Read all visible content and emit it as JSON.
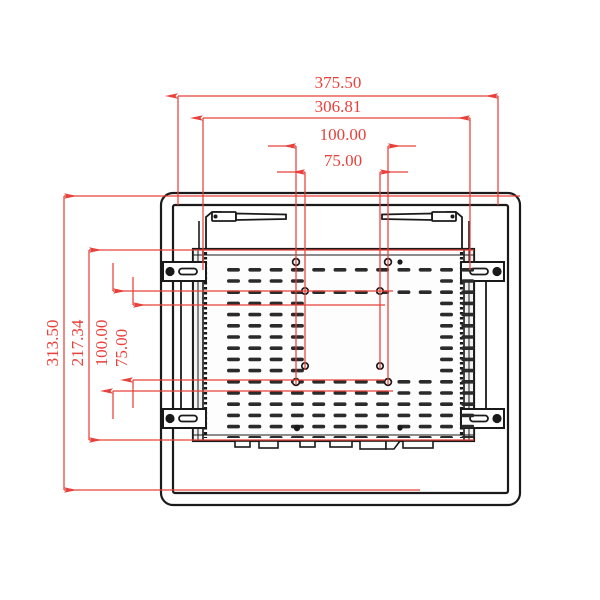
{
  "drawing": {
    "title": "Industrial Panel PC Rear View Dimensional Drawing",
    "view": "rear-view",
    "units": "mm",
    "background_color": "#ffffff",
    "outline_color": "#1a1a1a",
    "dimension_color": "#e8403a"
  },
  "dimensions": {
    "horizontal": [
      {
        "id": "overall-width",
        "label": "375.50",
        "value": 375.5
      },
      {
        "id": "inner-width",
        "label": "306.81",
        "value": 306.81
      },
      {
        "id": "vesa-h-100",
        "label": "100.00",
        "value": 100.0
      },
      {
        "id": "vesa-h-75",
        "label": "75.00",
        "value": 75.0
      }
    ],
    "vertical": [
      {
        "id": "overall-height",
        "label": "313.50",
        "value": 313.5
      },
      {
        "id": "inner-height",
        "label": "217.34",
        "value": 217.34
      },
      {
        "id": "vesa-v-100",
        "label": "100.00",
        "value": 100.0
      },
      {
        "id": "vesa-v-75",
        "label": "75.00",
        "value": 75.0
      }
    ]
  },
  "components": {
    "outer_bezel": "outer-bezel",
    "inner_bezel": "inner-bezel",
    "chassis": "rear-chassis",
    "antennas": [
      {
        "id": "antenna-left",
        "side": "left"
      },
      {
        "id": "antenna-right",
        "side": "right"
      }
    ],
    "mount_brackets": [
      {
        "id": "bracket-left",
        "side": "left"
      },
      {
        "id": "bracket-right",
        "side": "right"
      }
    ],
    "vesa_pattern_100": "vesa-holes-100mm",
    "vesa_pattern_75": "vesa-holes-75mm",
    "vent_grille": "vent-grille",
    "io_ports": "io-port-row"
  }
}
